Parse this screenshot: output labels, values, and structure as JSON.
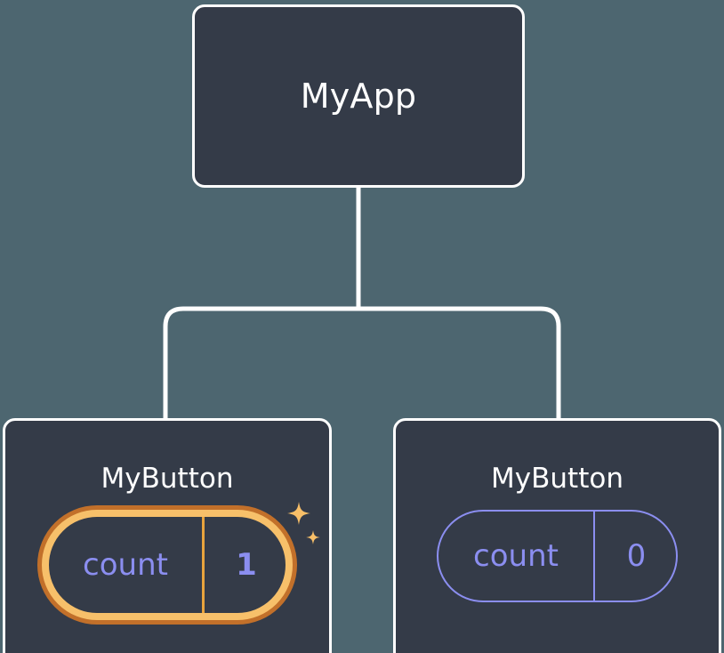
{
  "diagram": {
    "type": "component-tree",
    "title_semantic": "react-component-state-tree",
    "colors": {
      "background": "#4d6670",
      "node_fill": "#343b48",
      "node_border": "#ffffff",
      "connector": "#ffffff",
      "state_text": "#8b8ef0",
      "state_border": "#8b8ef0",
      "highlight_inner": "#f7c06a",
      "highlight_outer": "#c2702a",
      "highlight_divider": "#e8a33d",
      "sparkle": "#f8bf68",
      "title_text": "#ffffff"
    },
    "root": {
      "label": "MyApp"
    },
    "children": [
      {
        "label": "MyButton",
        "state": {
          "key": "count",
          "value": "1"
        },
        "highlighted": true,
        "sparkles": true
      },
      {
        "label": "MyButton",
        "state": {
          "key": "count",
          "value": "0"
        },
        "highlighted": false,
        "sparkles": false
      }
    ]
  }
}
